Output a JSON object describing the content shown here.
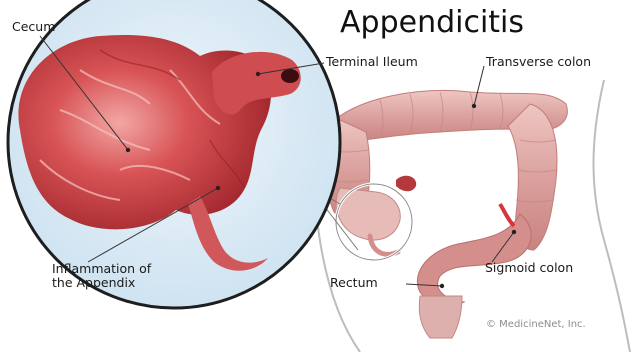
{
  "title": "Appendicitis",
  "labels": {
    "cecum": "Cecum",
    "terminal_ileum": "Terminal Ileum",
    "transverse_colon": "Transverse colon",
    "inflammation_line1": "Inflammation of",
    "inflammation_line2": "the Appendix",
    "rectum": "Rectum",
    "sigmoid_colon": "Sigmoid colon"
  },
  "credit": "© MedicineNet, Inc.",
  "colors": {
    "magnifier_bg": "#dcecf6",
    "cecum_red": "#c83a3e",
    "colon_pink": "#d9a4a0",
    "body_outline": "#b9b9b9"
  }
}
